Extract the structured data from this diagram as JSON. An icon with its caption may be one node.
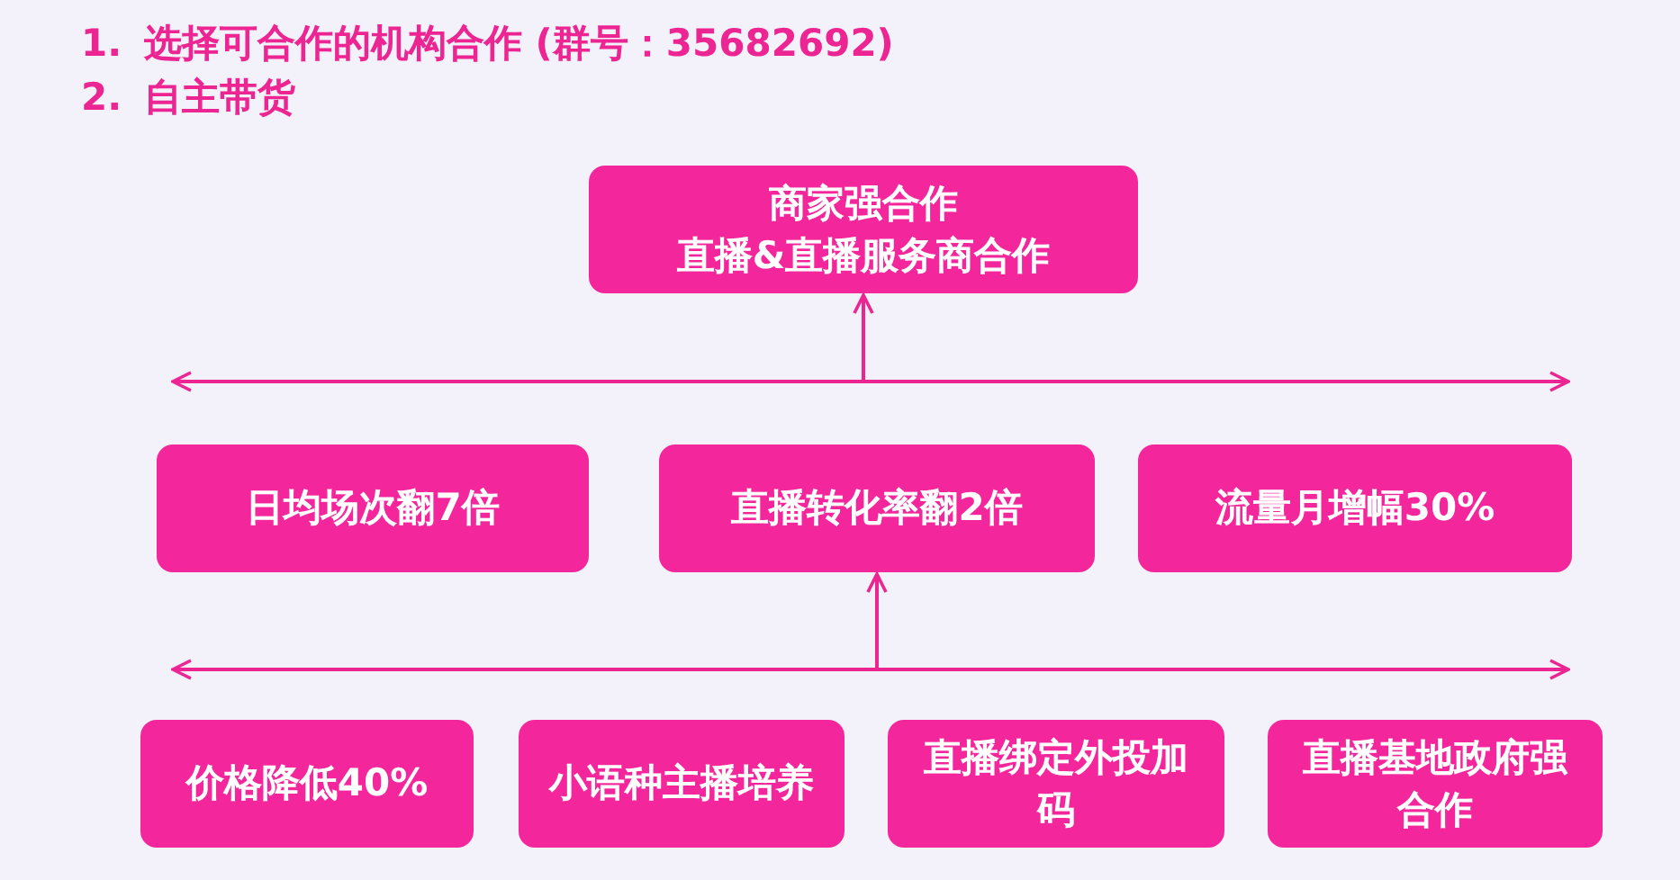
{
  "diagram": {
    "nodes": [
      {
        "text": [
          "商家强合作",
          "直播&直播服务商合作"
        ]
      },
      {
        "text": [
          "日均场次翻7倍"
        ]
      },
      {
        "text": [
          "直播转化率翻2倍"
        ]
      },
      {
        "text": [
          "流量月增幅30%"
        ]
      },
      {
        "text": [
          "价格降低40%"
        ]
      },
      {
        "text": [
          "小语种主播培养"
        ]
      },
      {
        "text": [
          "直播绑定外投加码"
        ]
      },
      {
        "text": [
          "直播基地政府强合作"
        ]
      }
    ],
    "edges": [
      {
        "from": null,
        "to": 0,
        "arrow": "to"
      },
      {
        "from": null,
        "to": 2,
        "arrow": "to"
      }
    ],
    "labels": [
      "1.",
      "选择可合作的机构合作 (群号：35682692)",
      "2.",
      "自主带货"
    ]
  }
}
